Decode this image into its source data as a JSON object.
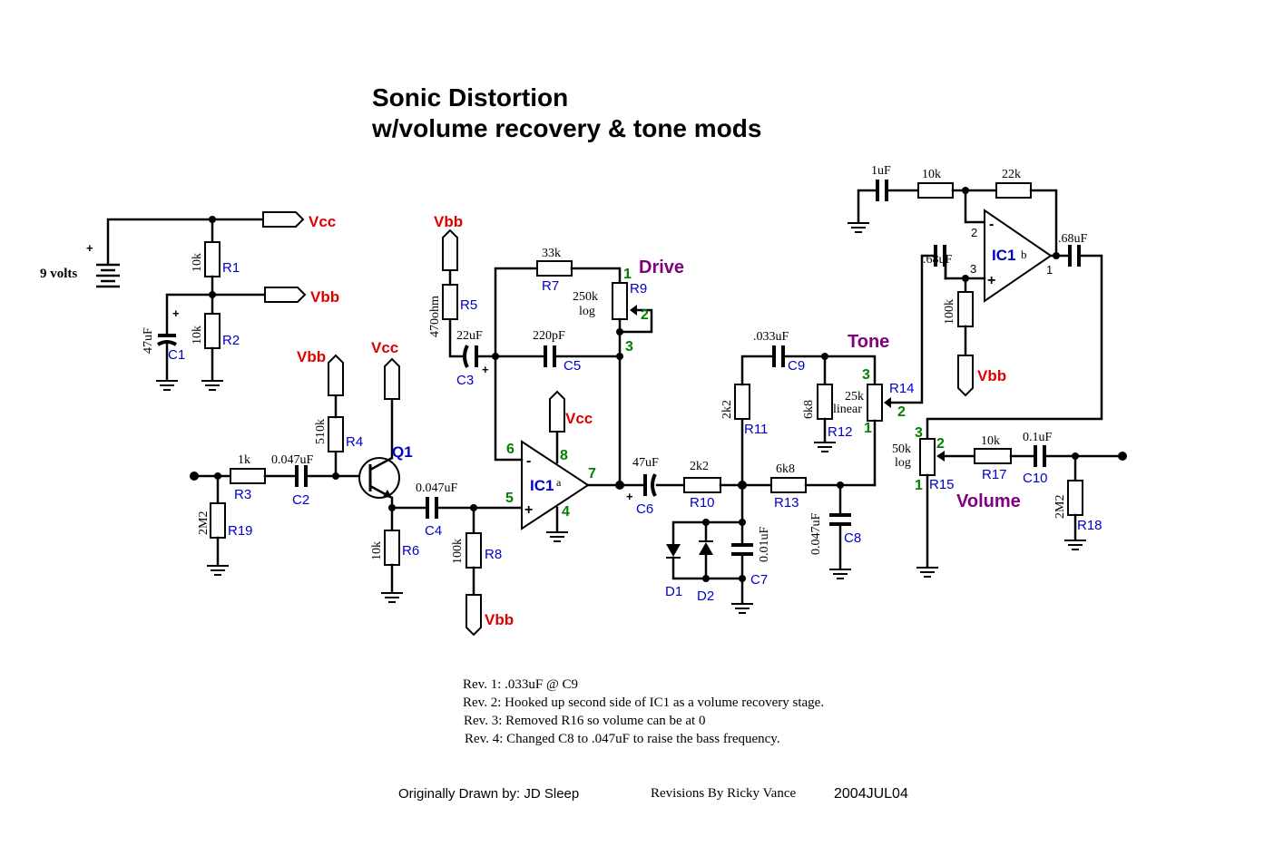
{
  "title": {
    "line1": "Sonic Distortion",
    "line2": "w/volume recovery & tone mods"
  },
  "supply": {
    "battery": "9 volts",
    "plus": "+",
    "vcc": "Vcc",
    "vbb": "Vbb"
  },
  "controls": {
    "drive": "Drive",
    "tone": "Tone",
    "volume": "Volume"
  },
  "ic": {
    "a_name": "IC1",
    "a_suffix": "a",
    "b_name": "IC1",
    "b_suffix": "b"
  },
  "components": {
    "R1": {
      "ref": "R1",
      "value": "10k"
    },
    "R2": {
      "ref": "R2",
      "value": "10k"
    },
    "C1": {
      "ref": "C1",
      "value": "47uF"
    },
    "R3": {
      "ref": "R3",
      "value": "1k"
    },
    "R19": {
      "ref": "R19",
      "value": "2M2"
    },
    "C2": {
      "ref": "C2",
      "value": "0.047uF"
    },
    "R4": {
      "ref": "R4",
      "value": "510k"
    },
    "Q1": {
      "ref": "Q1"
    },
    "R6": {
      "ref": "R6",
      "value": "10k"
    },
    "C4": {
      "ref": "C4",
      "value": "0.047uF"
    },
    "R8": {
      "ref": "R8",
      "value": "100k"
    },
    "R5": {
      "ref": "R5",
      "value": "470ohm"
    },
    "C3": {
      "ref": "C3",
      "value": "22uF"
    },
    "R7": {
      "ref": "R7",
      "value": "33k"
    },
    "R9": {
      "ref": "R9",
      "value": "250k",
      "taper": "log"
    },
    "C5": {
      "ref": "C5",
      "value": "220pF"
    },
    "C6": {
      "ref": "C6",
      "value": "47uF"
    },
    "R10": {
      "ref": "R10",
      "value": "2k2"
    },
    "C9": {
      "ref": "C9",
      "value": ".033uF"
    },
    "R11": {
      "ref": "R11",
      "value": "2k2"
    },
    "R12": {
      "ref": "R12",
      "value": "6k8"
    },
    "R13": {
      "ref": "R13",
      "value": "6k8"
    },
    "R14": {
      "ref": "R14",
      "value": "25k",
      "taper": "linear"
    },
    "C8": {
      "ref": "C8",
      "value": "0.047uF"
    },
    "C7": {
      "ref": "C7",
      "value": "0.01uF"
    },
    "D1": {
      "ref": "D1"
    },
    "D2": {
      "ref": "D2"
    },
    "R15": {
      "ref": "R15",
      "value": "50k",
      "taper": "log"
    },
    "R17": {
      "ref": "R17",
      "value": "10k"
    },
    "C10": {
      "ref": "C10",
      "value": "0.1uF"
    },
    "R18": {
      "ref": "R18",
      "value": "2M2"
    },
    "FB_C": {
      "value": "1uF"
    },
    "FB_R1": {
      "value": "10k"
    },
    "FB_R2": {
      "value": "22k"
    },
    "IN_C": {
      "value": ".68uF"
    },
    "IN_R": {
      "value": "100k"
    },
    "OUT_C": {
      "value": ".68uF"
    }
  },
  "pins": {
    "p1": "1",
    "p2": "2",
    "p3": "3",
    "p4": "4",
    "p5": "5",
    "p6": "6",
    "p7": "7",
    "p8": "8",
    "minus": "-",
    "plus": "+"
  },
  "notes": [
    "Rev. 1: .033uF @ C9",
    "Rev. 2: Hooked up second side of IC1 as a volume recovery stage.",
    "Rev. 3:  Removed R16 so volume can be at 0",
    "Rev. 4:  Changed C8 to .047uF to raise the bass frequency."
  ],
  "credits": {
    "drawn_by": "Originally Drawn by: JD Sleep",
    "revisions": "Revisions By Ricky Vance",
    "date": "2004JUL04"
  },
  "colors": {
    "wire": "#000000",
    "ref": "#0000c8",
    "rail": "#e00000",
    "pin": "#008000",
    "control": "#800080"
  }
}
